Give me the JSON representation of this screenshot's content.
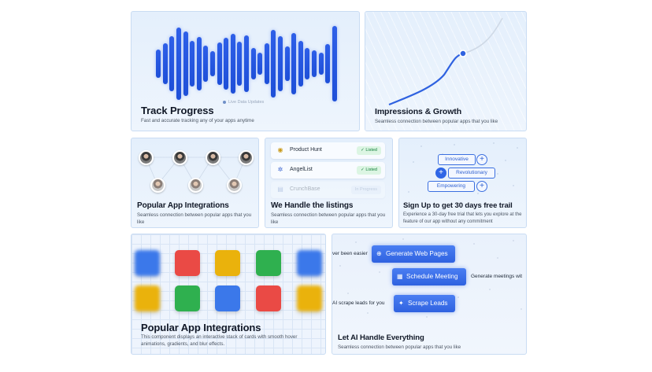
{
  "cards": {
    "track": {
      "title": "Track Progress",
      "desc": "Fast and accurate tracking any of your apps anytime",
      "live_label": "Live Data Updates"
    },
    "impressions": {
      "title": "Impressions & Growth",
      "desc": "Seamless connection between popular apps that you like"
    },
    "integrations_small": {
      "title": "Popular App Integrations",
      "desc": "Seamless connection between popular apps that you like"
    },
    "listings": {
      "title": "We Handle the listings",
      "desc": "Seamless connection between popular apps that you like",
      "rows": [
        {
          "name": "Product Hunt",
          "status": "Listed"
        },
        {
          "name": "AngelList",
          "status": "Listed"
        },
        {
          "name": "CrunchBase",
          "status": "In Progress"
        }
      ]
    },
    "signup": {
      "title": "Sign Up to get 30 days free trail",
      "desc": "Experience a 30-day free trial that lets you explore at the feature of our app without any commitment",
      "tags": [
        "Innovative",
        "Revolutionary",
        "Empowering"
      ]
    },
    "integrations_big": {
      "title": "Popular App Integrations",
      "desc": "This component displays an interactive stack of cards with smooth hover animations, gradients, and blur effects.",
      "tile_colors": [
        "#3b78ea",
        "#ea4a45",
        "#eab20c",
        "#2fb04f",
        "#3b78ea",
        "#eab20c",
        "#2fb04f",
        "#3b78ea",
        "#ea4a45",
        "#eab20c"
      ]
    },
    "ai": {
      "title": "Let AI Handle Everything",
      "desc": "Seamless connection between popular apps that you like",
      "buttons": [
        "Generate Web Pages",
        "Schedule Meeting",
        "Scrape Leads"
      ],
      "side_texts": [
        "ver been easier",
        "Generate meetings wit",
        "AI scrape leads for you"
      ]
    }
  },
  "colors": {
    "accent": "#2f62e0",
    "card_border": "#c9dcf3",
    "card_bg": "#e4effc",
    "listed_bg": "#dcf5e3",
    "listed_fg": "#15803d"
  },
  "waveform": [
    0.38,
    0.55,
    0.72,
    0.95,
    0.85,
    0.6,
    0.7,
    0.48,
    0.34,
    0.56,
    0.68,
    0.8,
    0.58,
    0.74,
    0.42,
    0.3,
    0.55,
    0.9,
    0.72,
    0.46,
    0.82,
    0.6,
    0.42,
    0.35,
    0.3,
    0.52,
    1.0
  ]
}
